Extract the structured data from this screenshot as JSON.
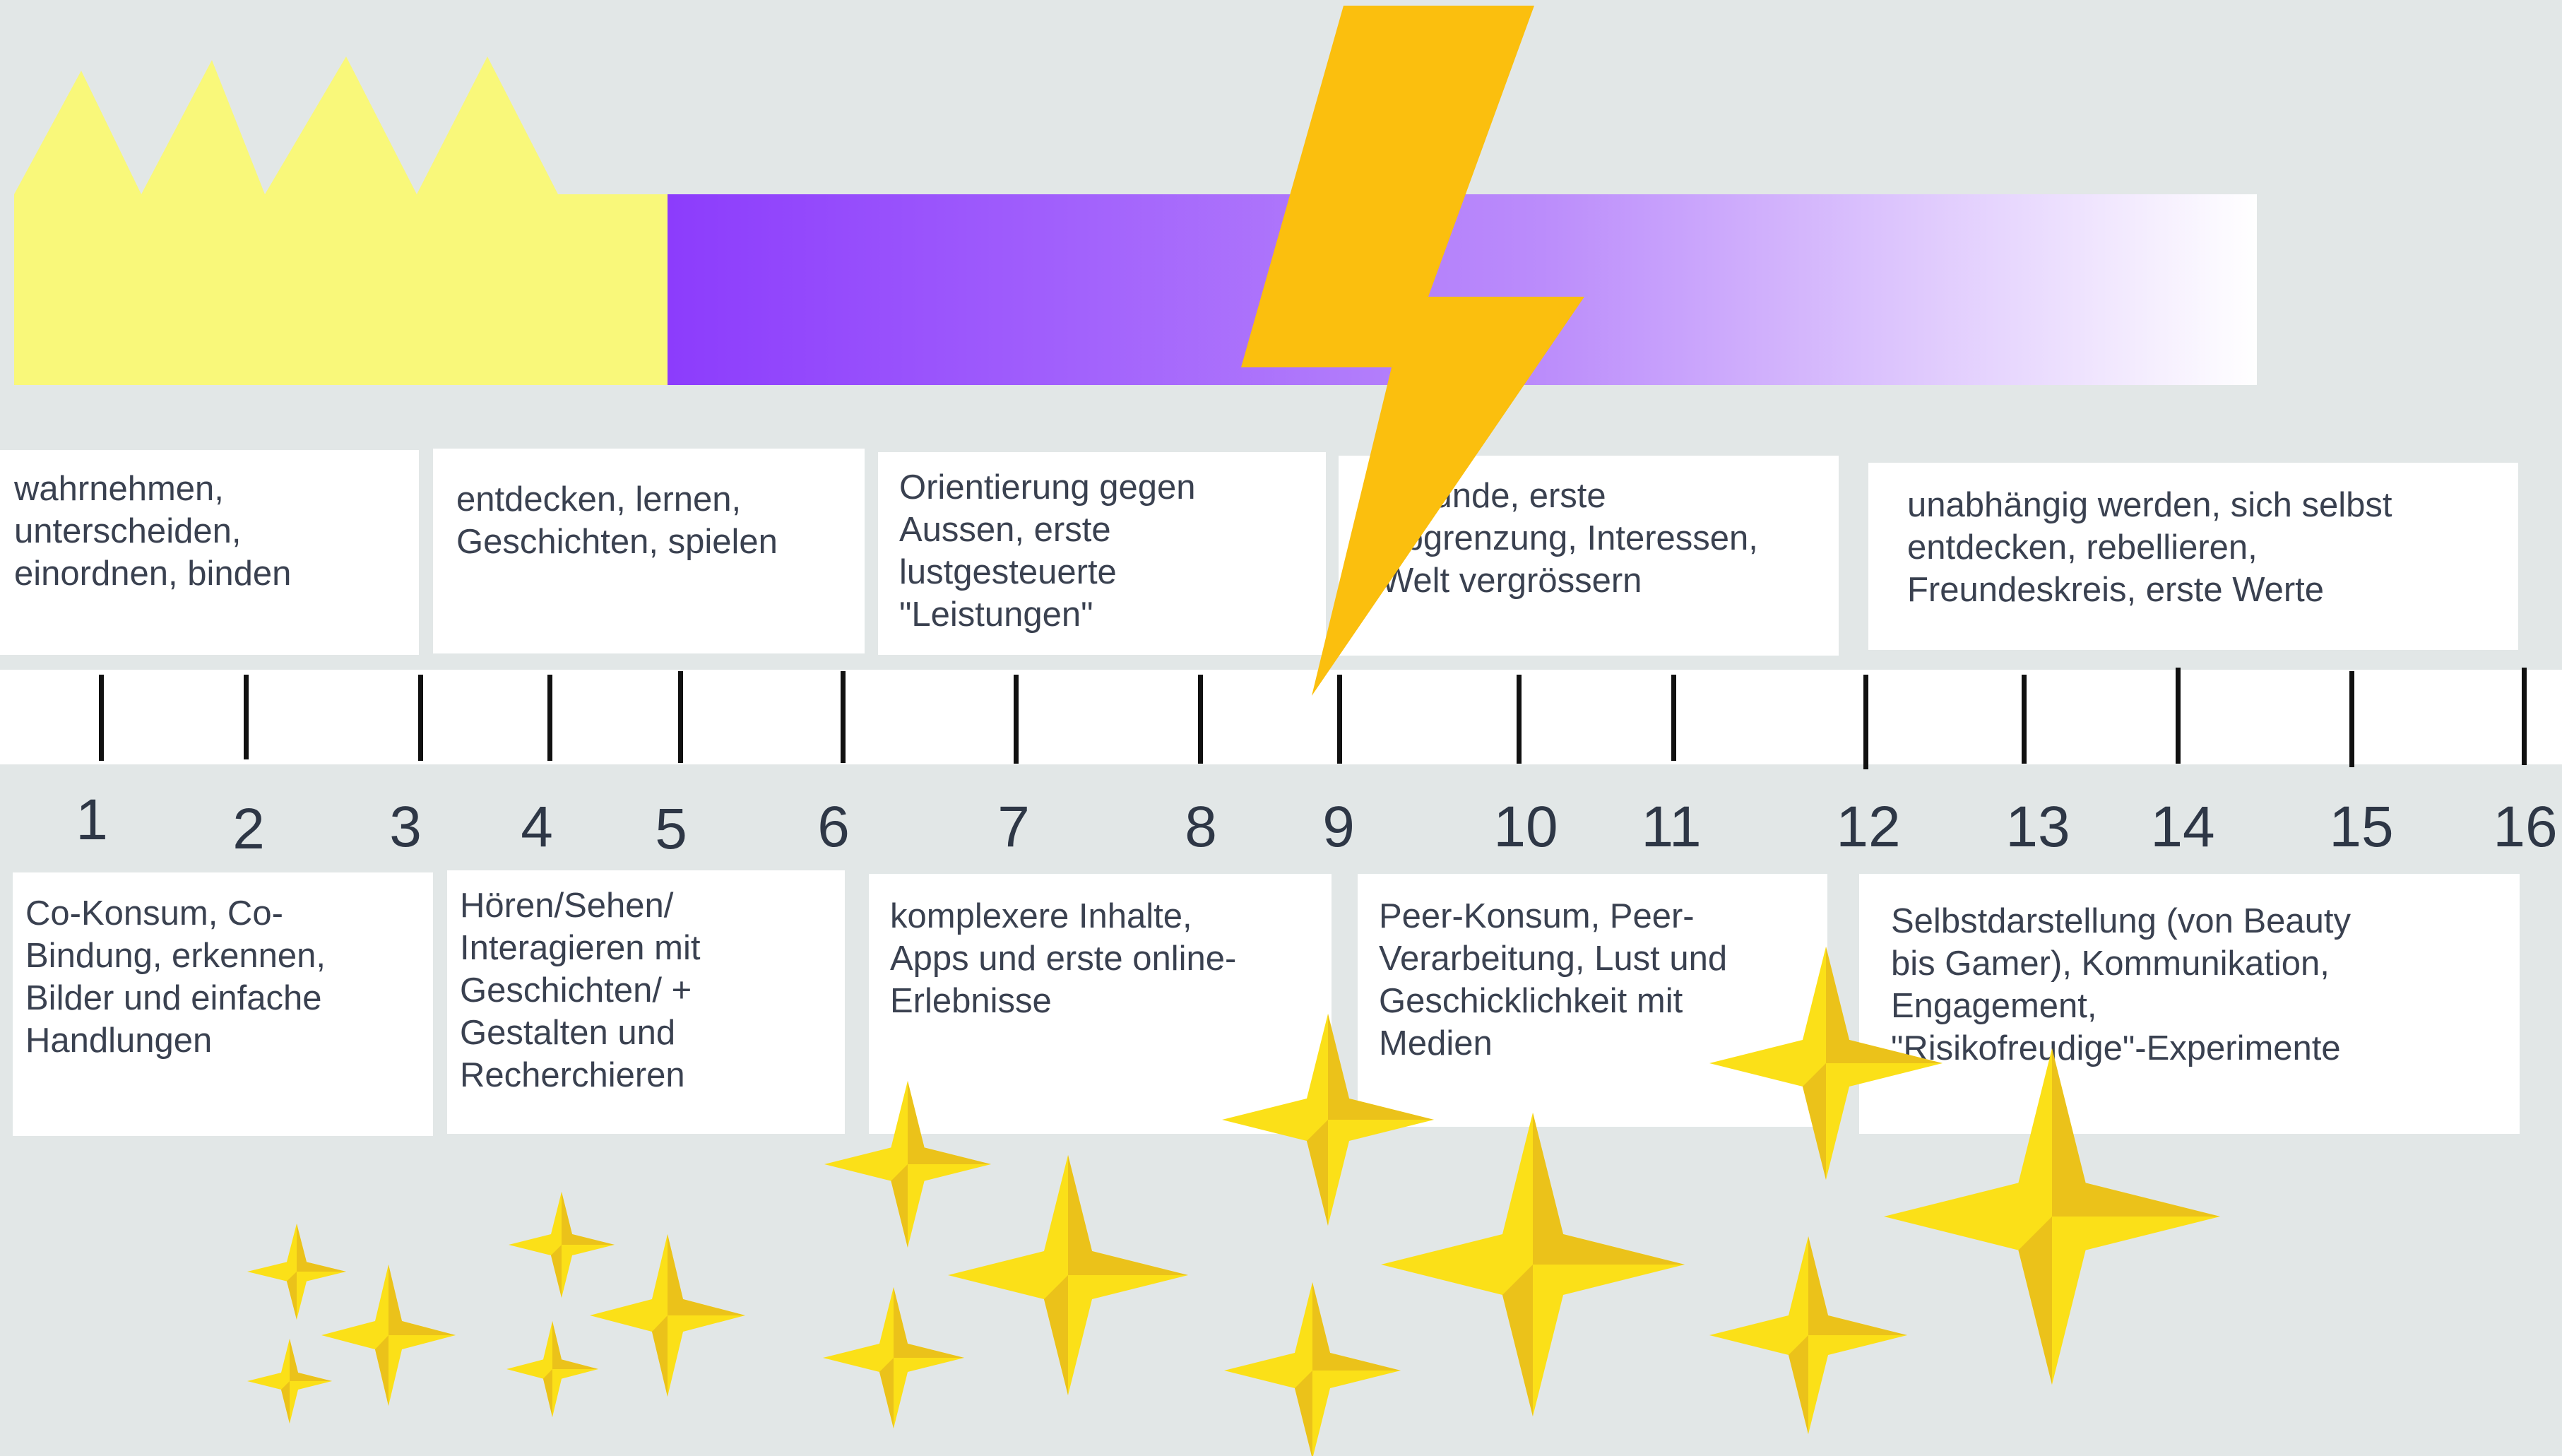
{
  "colors": {
    "background": "#e2e7e7",
    "crown": "#f9f87a",
    "gradient_start": "#8c3cfc",
    "gradient_end": "#ffffff",
    "lightning": "#fbbf0e",
    "sparkle_light": "#fbe018",
    "sparkle_dark": "#ebc21a"
  },
  "icons": [
    "crown-shape",
    "lightning-bolt-icon",
    "sparkle-star-icon"
  ],
  "top_boxes": [
    {
      "text": "wahrnehmen,\nunterscheiden,\neinordnen, binden"
    },
    {
      "text": "entdecken, lernen,\nGeschichten, spielen"
    },
    {
      "text": "Orientierung gegen\nAussen, erste\nlustgesteuerte\n\"Leistungen\""
    },
    {
      "text": "Freunde, erste\nAbgrenzung, Interessen,\nWelt vergrössern"
    },
    {
      "text": "unabhängig werden, sich selbst\nentdecken, rebellieren,\nFreundeskreis, erste Werte"
    }
  ],
  "ages": [
    "1",
    "2",
    "3",
    "4",
    "5",
    "6",
    "7",
    "8",
    "9",
    "10",
    "11",
    "12",
    "13",
    "14",
    "15",
    "16"
  ],
  "bottom_boxes": [
    {
      "text": "Co-Konsum, Co-\nBindung, erkennen,\nBilder und einfache\nHandlungen"
    },
    {
      "text": "Hören/Sehen/\nInteragieren mit\nGeschichten/ +\nGestalten und\nRecherchieren"
    },
    {
      "text": "komplexere Inhalte,\nApps und erste online-\nErlebnisse"
    },
    {
      "text": "Peer-Konsum, Peer-\nVerarbeitung, Lust und\nGeschicklichkeit mit\nMedien"
    },
    {
      "text": "Selbstdarstellung (von Beauty\nbis Gamer), Kommunikation,\nEngagement,\n\"Risikofreudige\"-Experimente"
    }
  ]
}
